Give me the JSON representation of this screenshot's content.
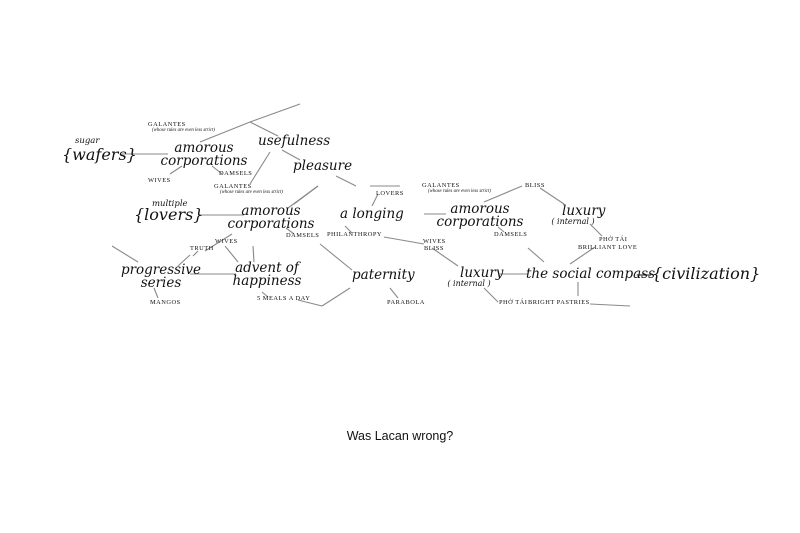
{
  "diagram": {
    "wafers_group": {
      "sugar": "sugar",
      "wafers": "{wafers}",
      "galantes": "GALANTES",
      "galantes_note": "(whose rules are even less strict)",
      "amorous": "amorous",
      "corporations": "corporations",
      "wives": "WIVES",
      "damsels": "DAMSELS"
    },
    "usefulness": "usefulness",
    "pleasure": "pleasure",
    "lovers_group": {
      "multiple": "multiple",
      "lovers": "{lovers}",
      "galantes": "GALANTES",
      "galantes_note": "(whose rules are even less strict)",
      "amorous": "amorous",
      "corporations": "corporations",
      "wives": "WIVES",
      "damsels": "DAMSELS",
      "truth": "TRUTH"
    },
    "longing_group": {
      "lovers": "LOVERS",
      "a_longing": "a longing",
      "philanthropy": "PHILANTHROPY"
    },
    "right_group": {
      "galantes": "GALANTES",
      "galantes_note": "(whose rules are even less strict)",
      "amorous": "amorous",
      "corporations": "corporations",
      "wives": "WIVES",
      "damsels": "DAMSELS",
      "bliss_top": "BLISS",
      "luxury_top": "luxury",
      "internal_top": "( internal )",
      "pho_tai_top": "PHỞ TÁI",
      "brilliant_love": "BRILLIANT LOVE"
    },
    "bottom_row": {
      "progressive": "progressive",
      "series": "series",
      "mangos": "MANGOS",
      "advent": "advent of",
      "happiness": "happiness",
      "meals": "5 MEALS A DAY",
      "paternity": "paternity",
      "parabola": "PARABOLA",
      "bliss": "BLISS",
      "luxury": "luxury",
      "internal": "( internal )",
      "pho_tai": "PHỞ TÁI",
      "bright_pastries": "BRIGHT PASTRIES",
      "social_compass": "the social compass",
      "civilization": "—{civilization}"
    }
  },
  "caption": "Was Lacan wrong?"
}
